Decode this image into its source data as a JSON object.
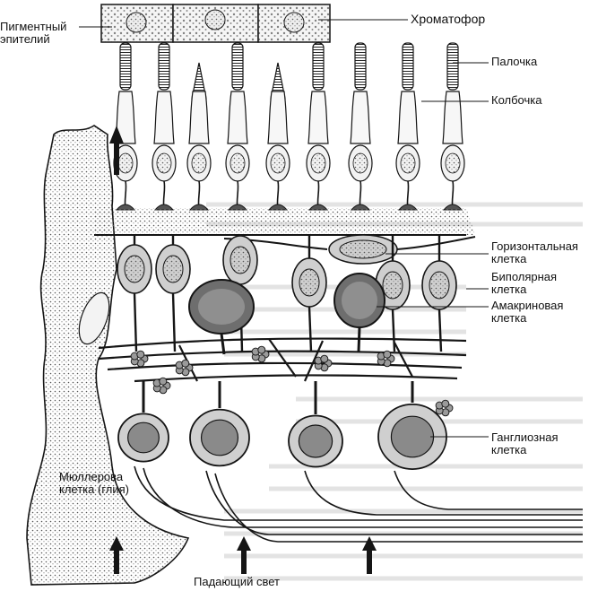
{
  "labels": {
    "pigment_epithelium": [
      "Пигментный",
      "эпителий"
    ],
    "chromatophore": "Хроматофор",
    "rod": "Палочка",
    "cone": "Колбочка",
    "horizontal_cell": [
      "Горизонтальная",
      "клетка"
    ],
    "bipolar_cell": [
      "Биполярная",
      "клетка"
    ],
    "amacrine_cell": [
      "Амакриновая",
      "клетка"
    ],
    "ganglion_cell": [
      "Ганглиозная",
      "клетка"
    ],
    "muller_cell": [
      "Мюллерова",
      "клетка (глия)"
    ],
    "incident_light": "Падающий свет"
  },
  "colors": {
    "ink": "#151515",
    "cell_fill": "#cfcfcf",
    "nucleus_fill": "#8a8a8a",
    "dark_cell_fill": "#6e6e6e",
    "muller_fill": "#e6e6e6",
    "background": "#ffffff"
  },
  "background_text_present": true
}
